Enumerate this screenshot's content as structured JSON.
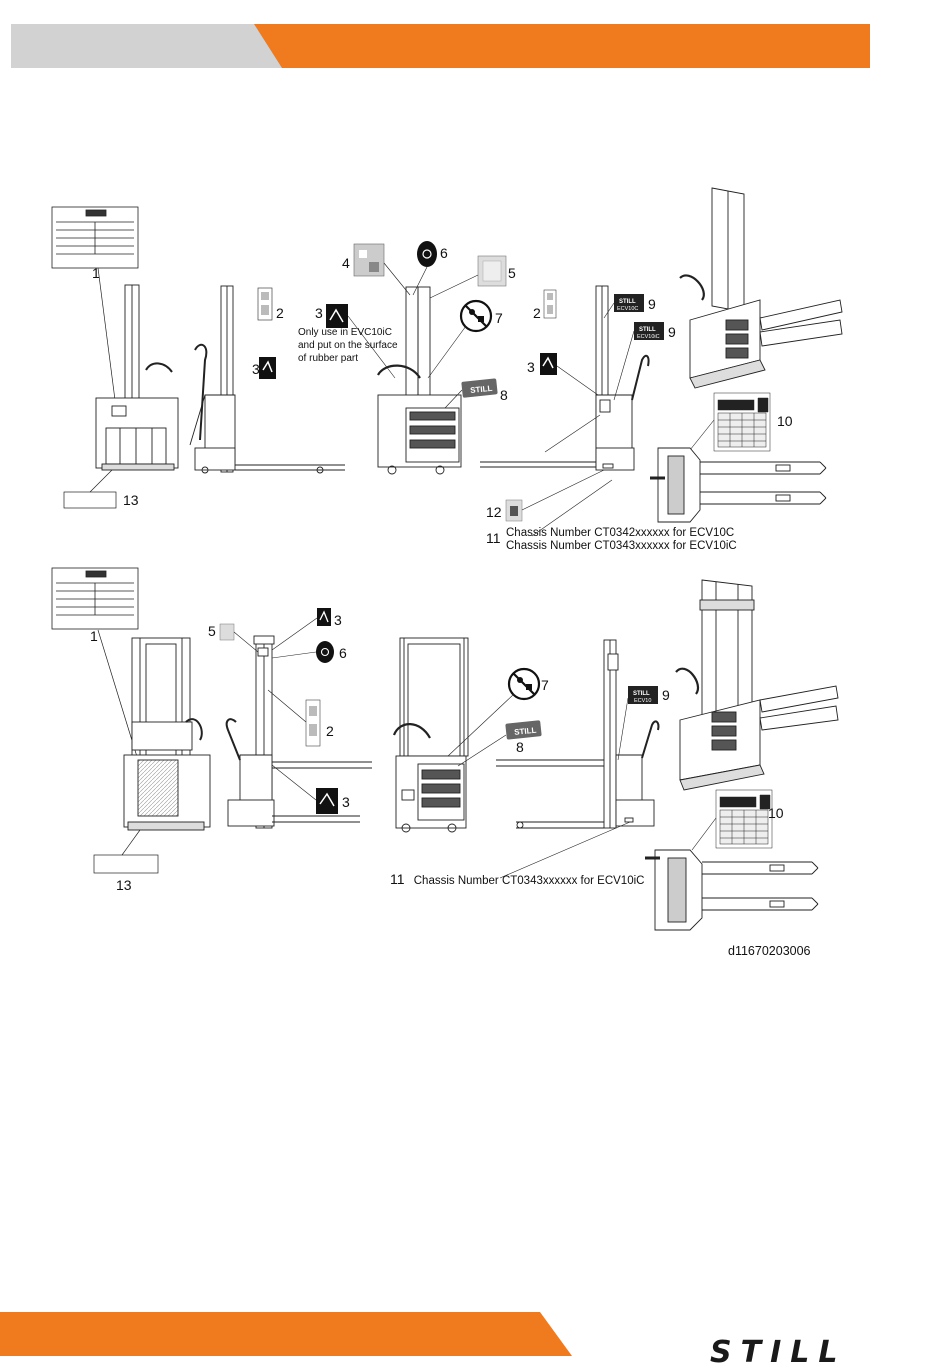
{
  "header": {
    "accent_color": "#f07a1e",
    "grey_color": "#d2d2d2"
  },
  "footer": {
    "accent_color": "#f07a1e",
    "logo_text": "STILL"
  },
  "diagram": {
    "top": {
      "callouts": [
        "1",
        "2",
        "3",
        "4",
        "6",
        "5",
        "3",
        "7",
        "8",
        "2",
        "9",
        "9",
        "3",
        "10",
        "13",
        "12",
        "11"
      ],
      "note_lines": [
        "Only use in EVC10iC",
        "and put on the surface",
        "of rubber part"
      ],
      "chassis_lines": [
        "Chassis Number CT0342xxxxxx for ECV10C",
        "Chassis Number CT0343xxxxxx for ECV10iC"
      ],
      "chassis_callout": "11"
    },
    "bottom": {
      "callouts": [
        "1",
        "5",
        "3",
        "6",
        "2",
        "3",
        "7",
        "8",
        "9",
        "10",
        "13"
      ],
      "chassis_line": "Chassis Number CT0343xxxxxx for ECV10iC",
      "chassis_callout": "11"
    },
    "drawing_id": "d11670203006"
  },
  "labels": {
    "still_badge": "STILL",
    "ecv10c": "ECV10C",
    "ecv10ic": "ECV10iC",
    "ecv10": "ECV10"
  }
}
